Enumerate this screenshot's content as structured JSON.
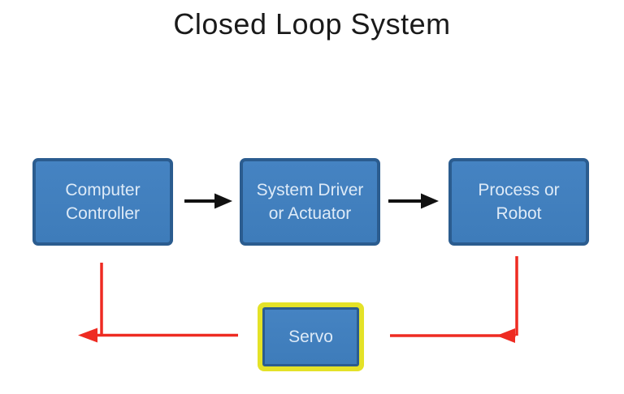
{
  "title": "Closed Loop System",
  "diagram": {
    "nodes": [
      {
        "id": "computer-controller",
        "lines": [
          "Computer",
          "Controller"
        ]
      },
      {
        "id": "system-driver-or-actuator",
        "lines": [
          "System Driver",
          "or Actuator"
        ]
      },
      {
        "id": "process-or-robot",
        "lines": [
          "Process or",
          "Robot"
        ]
      }
    ],
    "servo": {
      "label": "Servo"
    },
    "connections": [
      {
        "from": "computer-controller",
        "to": "system-driver-or-actuator",
        "style": "black-arrow"
      },
      {
        "from": "system-driver-or-actuator",
        "to": "process-or-robot",
        "style": "black-arrow"
      },
      {
        "from": "process-or-robot",
        "to": "servo",
        "style": "red-feedback-arrow"
      },
      {
        "from": "servo",
        "to": "computer-controller",
        "style": "red-feedback-arrow"
      }
    ]
  },
  "colors": {
    "node_fill": "#3E7CBA",
    "node_border": "#2B5C8F",
    "node_text": "#DDEAF7",
    "servo_highlight": "#E4E228",
    "black_arrow": "#111111",
    "red_arrow": "#EE2B22",
    "title_text": "#1A1A1A",
    "background": "#FFFFFF"
  }
}
